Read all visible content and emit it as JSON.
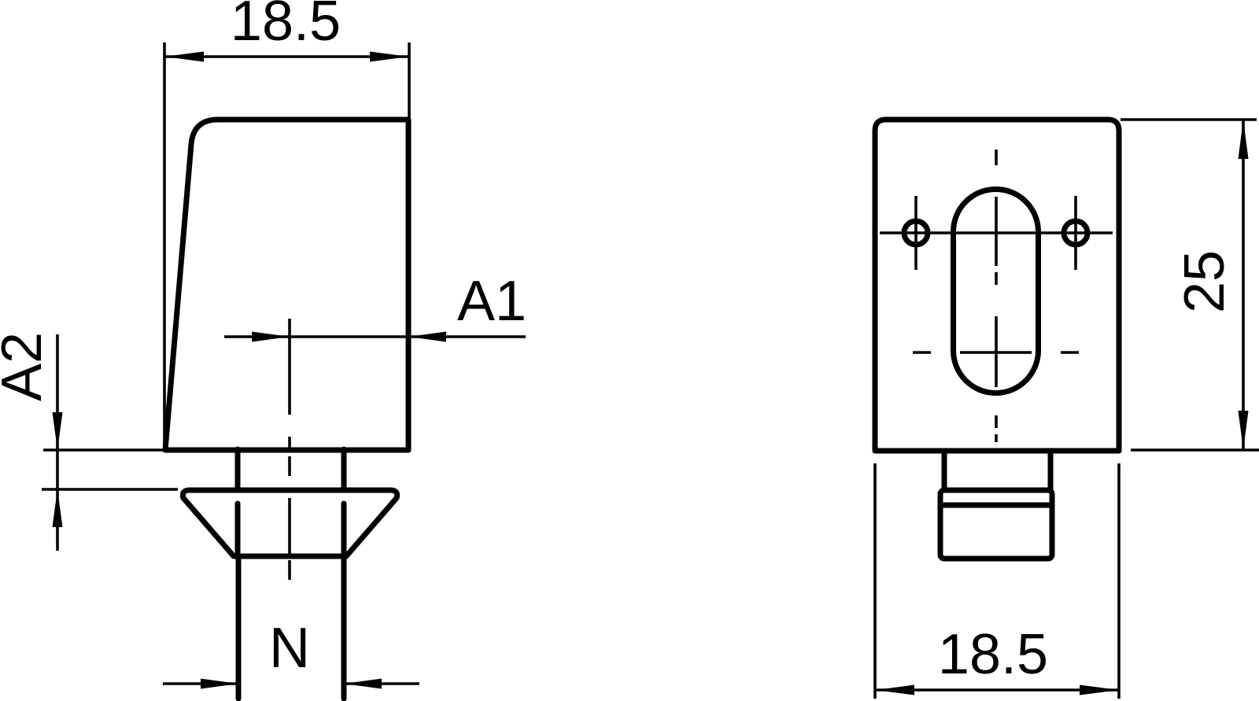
{
  "drawing": {
    "title": "fastener-two-view-technical-drawing",
    "colors": {
      "line": "#000000",
      "background": "#ffffff"
    },
    "labels": {
      "side_width": "18.5",
      "a1": "A1",
      "a2": "A2",
      "n": "N",
      "front_height": "25",
      "front_width": "18.5"
    }
  }
}
